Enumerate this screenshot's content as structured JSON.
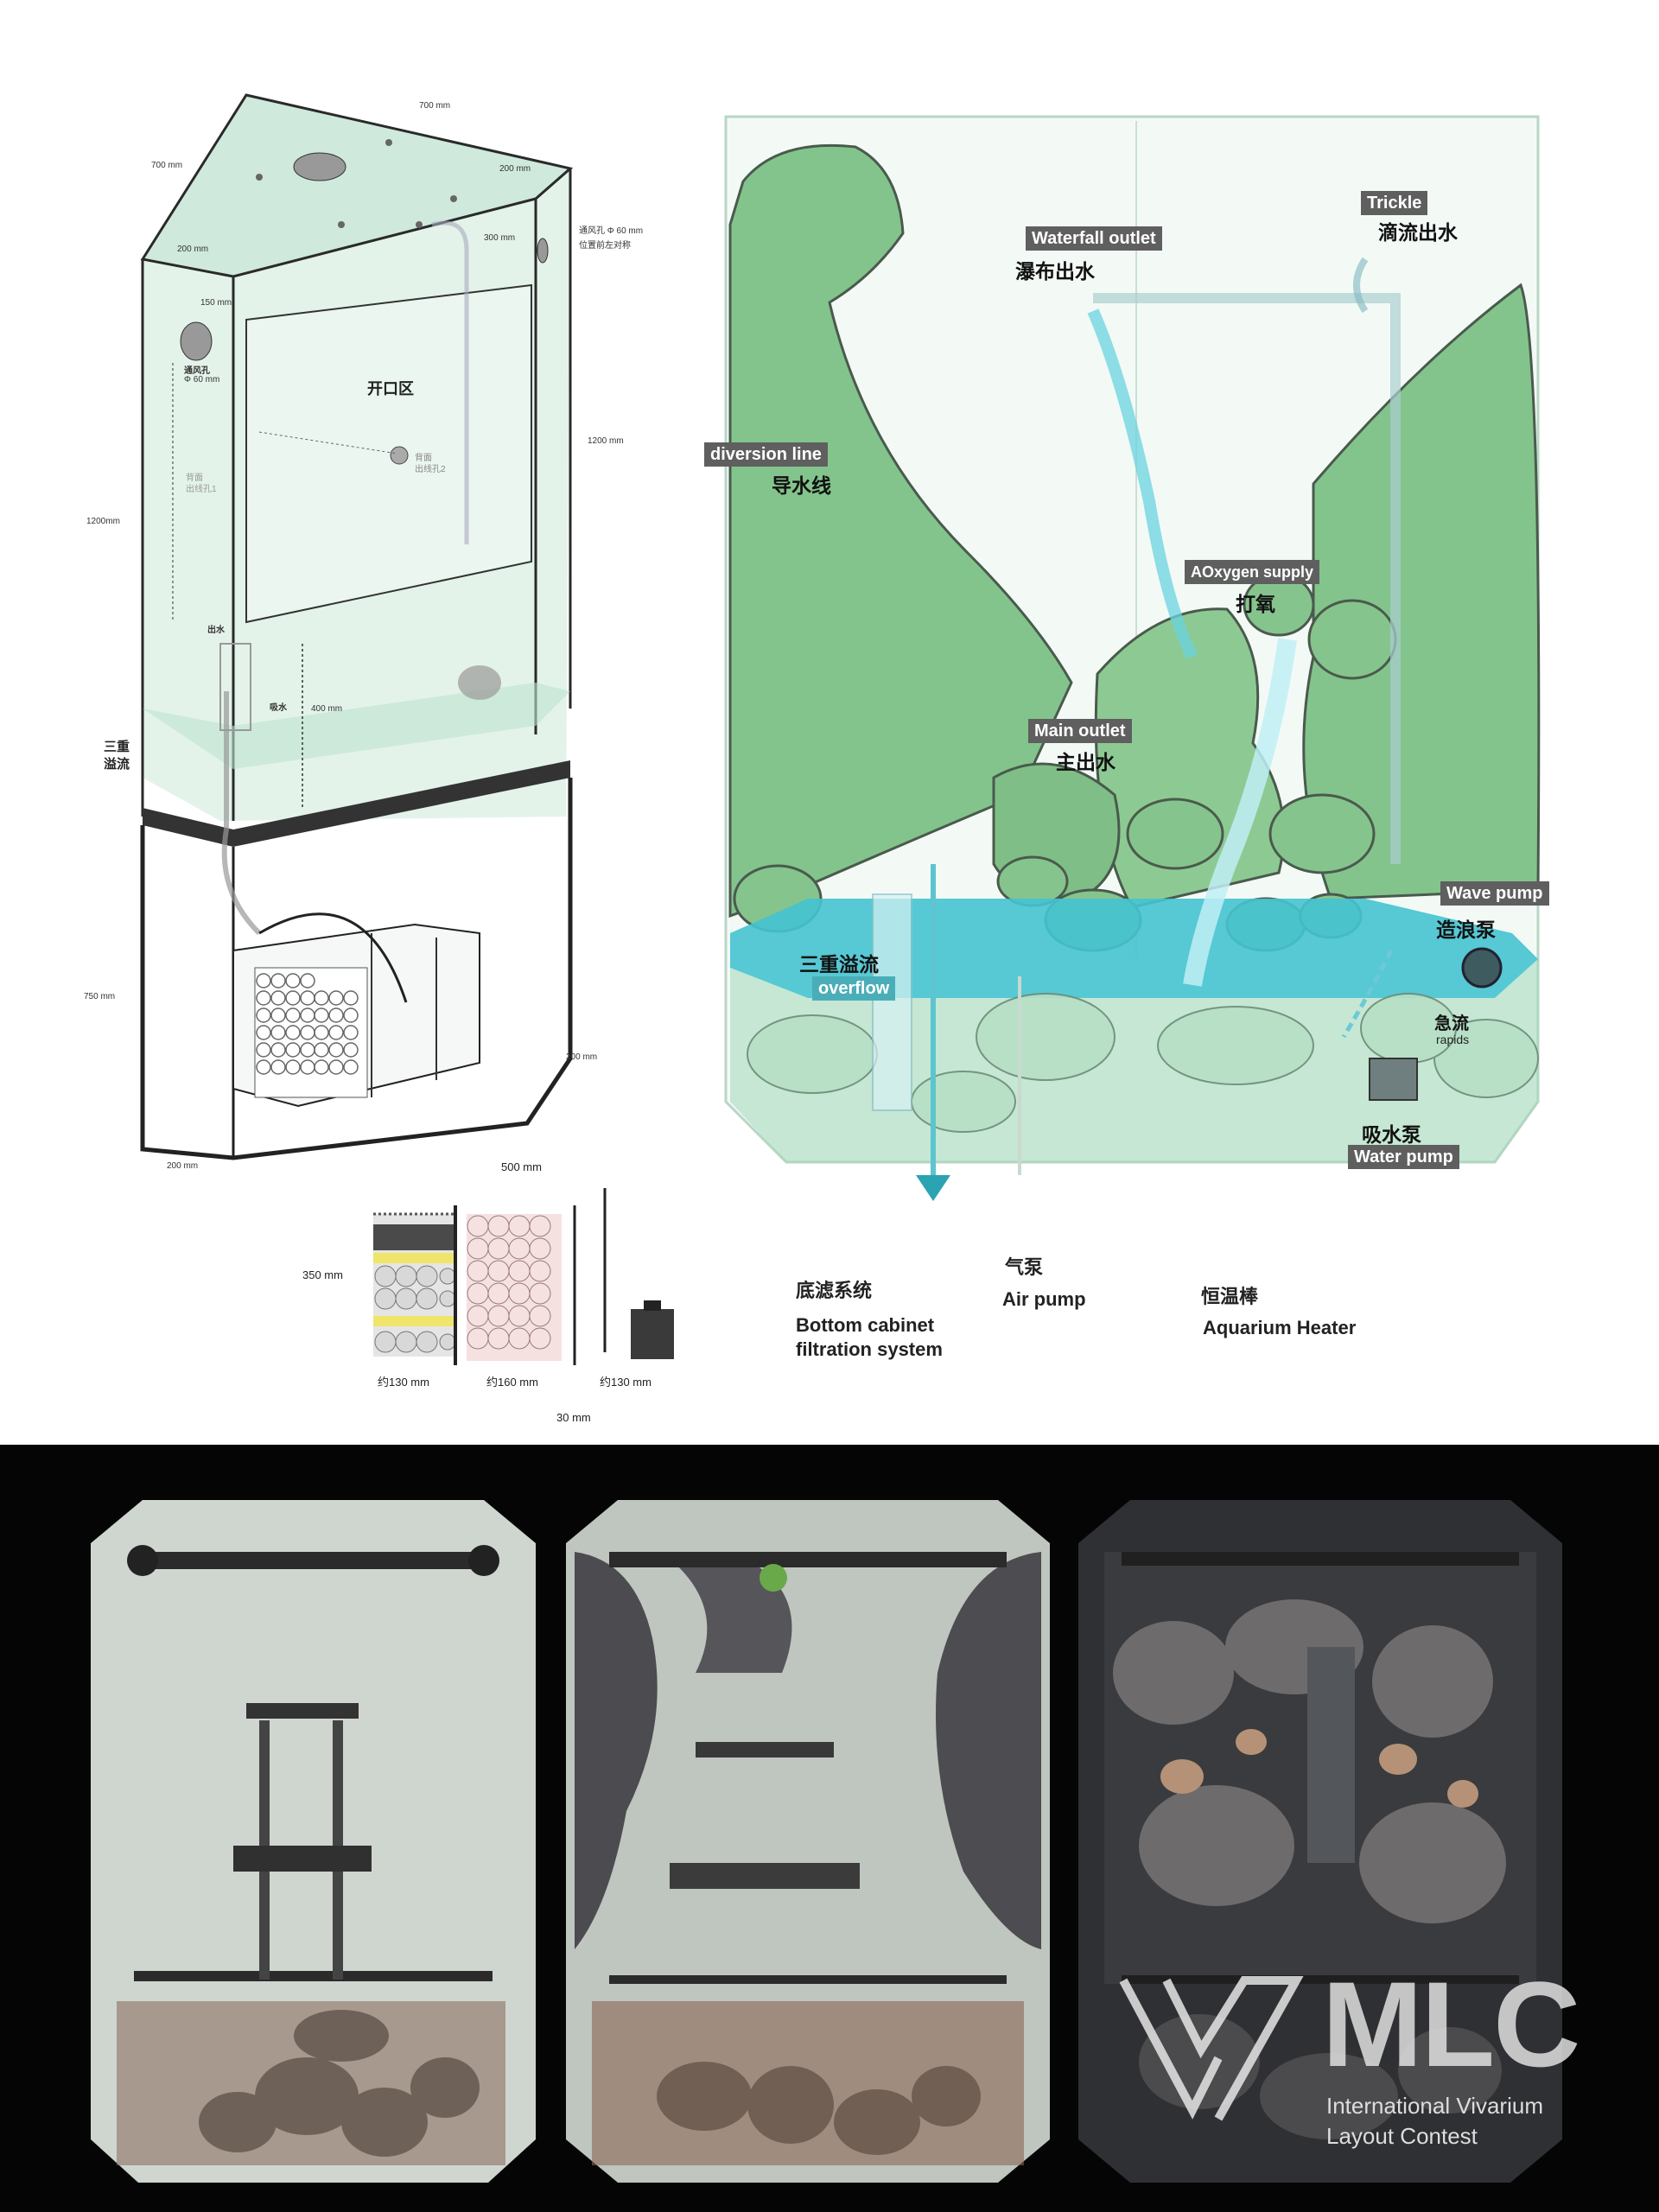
{
  "left_diagram": {
    "dims": {
      "top_width": "700 mm",
      "top_left": "700 mm",
      "corner_right": "200 mm",
      "corner_left": "200 mm",
      "inner_300": "300 mm",
      "d150": "150 mm",
      "height_right": "1200 mm",
      "height_left": "1200mm",
      "h400": "400 mm",
      "cabinet_750": "750 mm",
      "bottom_200_left": "200 mm",
      "bottom_200_right": "200 mm"
    },
    "labels": {
      "vent_right": "通风孔 Φ 60 mm",
      "vent_right_sub": "位置前左对称",
      "vent_left": "通风孔",
      "vent_left_sub": "Φ 60 mm",
      "open_area": "开口区",
      "back_hole_2": "背面",
      "back_hole_2b": "出线孔2",
      "back_hole_1": "背面",
      "back_hole_1b": "出线孔1",
      "outlet": "出水",
      "inlet": "吸水",
      "overflow_zh": "三重",
      "overflow_zh2": "溢流"
    },
    "sump": {
      "width": "500 mm",
      "height": "350 mm",
      "sec1": "约130 mm",
      "sec2": "约160 mm",
      "sec3": "约130 mm",
      "gap": "30 mm"
    }
  },
  "right_diagram": {
    "tags": {
      "waterfall_en": "Waterfall outlet",
      "waterfall_zh": "瀑布出水",
      "trickle_en": "Trickle",
      "trickle_zh": "滴流出水",
      "diversion_en": "diversion line",
      "diversion_zh": "导水线",
      "oxygen_en": "AOxygen supply",
      "oxygen_zh": "打氧",
      "main_en": "Main outlet",
      "main_zh": "主出水",
      "wave_en": "Wave pump",
      "wave_zh": "造浪泵",
      "overflow_zh": "三重溢流",
      "overflow_en": "overflow",
      "rapids_zh": "急流",
      "rapids_en": "rapids",
      "waterpump_zh": "吸水泵",
      "waterpump_en": "Water pump"
    },
    "captions": {
      "bottom_zh": "底滤系统",
      "bottom_en1": "Bottom cabinet",
      "bottom_en2": "filtration system",
      "air_zh": "气泵",
      "air_en": "Air pump",
      "heater_zh": "恒温棒",
      "heater_en": "Aquarium Heater"
    }
  },
  "logo": {
    "mark": "MLC",
    "line1": "International Vivarium",
    "line2": "Layout Contest"
  },
  "colors": {
    "glass": "#d7efe3",
    "rock_green": "#7ec087",
    "water": "#3fc3d3",
    "tag_bg": "#5f5f5f"
  }
}
